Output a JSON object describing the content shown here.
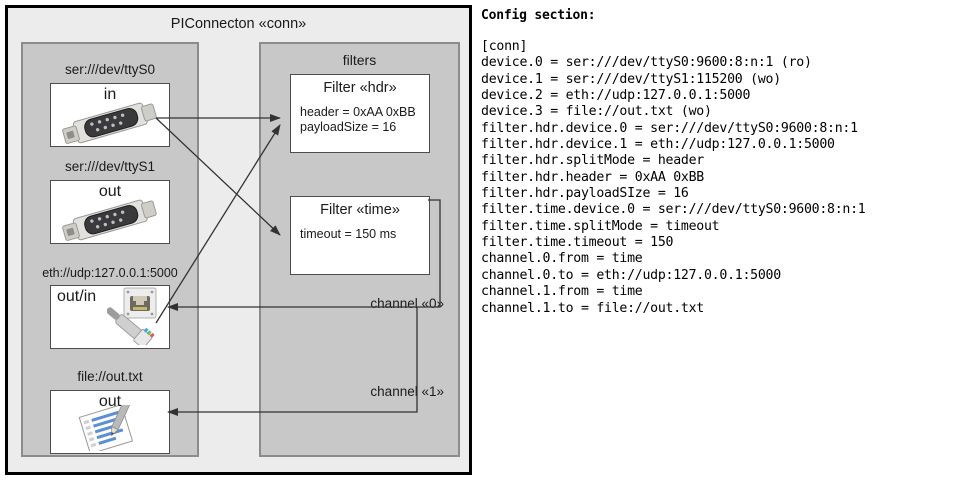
{
  "diagram": {
    "title": "PIConnecton «conn»",
    "devices_panel": {
      "name": "devices",
      "devices": [
        {
          "label": "ser:///dev/ttyS0",
          "direction": "in",
          "icon": "serial-db9-icon"
        },
        {
          "label": "ser:///dev/ttyS1",
          "direction": "out",
          "icon": "serial-db9-icon"
        },
        {
          "label": "eth://udp:127.0.0.1:5000",
          "direction": "out/in",
          "icon": "ethernet-rj45-icon"
        },
        {
          "label": "file://out.txt",
          "direction": "out",
          "icon": "text-file-pencil-icon"
        }
      ]
    },
    "filters_panel": {
      "title": "filters",
      "filters": [
        {
          "title": "Filter «hdr»",
          "props": [
            "header = 0xAA 0xBB",
            "payloadSize = 16"
          ]
        },
        {
          "title": "Filter «time»",
          "props": [
            "timeout = 150 ms"
          ]
        }
      ],
      "channels": [
        {
          "label": "channel «0»"
        },
        {
          "label": "channel «1»"
        }
      ]
    },
    "colors": {
      "outer_bg": "#ececec",
      "panel_bg": "#c8c8c8",
      "panel_border": "#8c8c8c",
      "box_bg": "#ffffff",
      "box_border": "#4d4d4d",
      "outline": "#000000",
      "wire": "#333333"
    }
  },
  "config": {
    "heading": "Config section:",
    "lines": [
      "[conn]",
      "device.0 = ser:///dev/ttyS0:9600:8:n:1 (ro)",
      "device.1 = ser:///dev/ttyS1:115200 (wo)",
      "device.2 = eth://udp:127.0.0.1:5000",
      "device.3 = file://out.txt (wo)",
      "filter.hdr.device.0 = ser:///dev/ttyS0:9600:8:n:1",
      "filter.hdr.device.1 = eth://udp:127.0.0.1:5000",
      "filter.hdr.splitMode = header",
      "filter.hdr.header = 0xAA 0xBB",
      "filter.hdr.payloadSIze = 16",
      "filter.time.device.0 = ser:///dev/ttyS0:9600:8:n:1",
      "filter.time.splitMode = timeout",
      "filter.time.timeout = 150",
      "channel.0.from = time",
      "channel.0.to = eth://udp:127.0.0.1:5000",
      "channel.1.from = time",
      "channel.1.to = file://out.txt"
    ]
  }
}
